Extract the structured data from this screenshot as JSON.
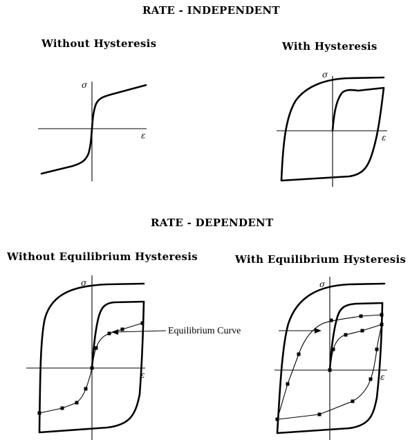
{
  "sections": {
    "rate_independent": {
      "title": "RATE - INDEPENDENT",
      "left_title": "Without Hysteresis",
      "right_title": "With Hysteresis"
    },
    "rate_dependent": {
      "title": "RATE - DEPENDENT",
      "left_title": "Without Equilibrium Hysteresis",
      "right_title": "With Equilibrium Hysteresis"
    }
  },
  "axes": {
    "stress_symbol": "σ",
    "strain_symbol": "ε"
  },
  "callout": {
    "label": "Equilibrium Curve"
  }
}
